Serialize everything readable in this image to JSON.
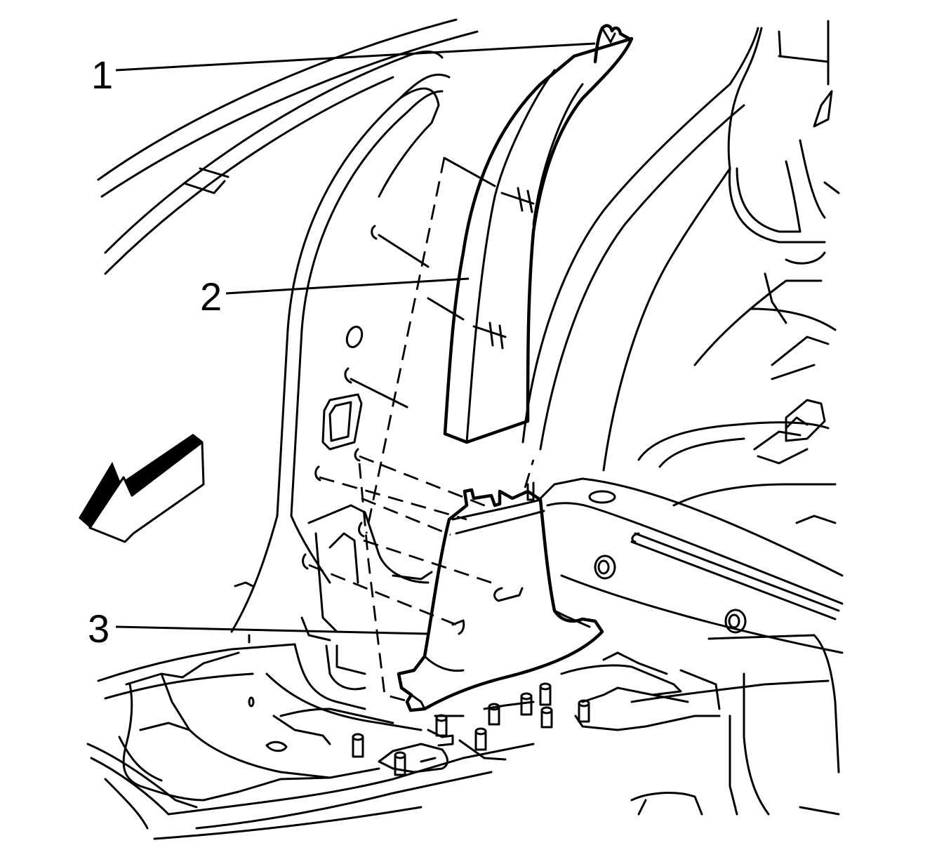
{
  "diagram": {
    "callouts": [
      {
        "id": "1",
        "label": "1"
      },
      {
        "id": "2",
        "label": "2"
      },
      {
        "id": "3",
        "label": "3"
      }
    ],
    "icons": {
      "direction_arrow": "front-of-vehicle-arrow-icon"
    },
    "colors": {
      "line": "#000000",
      "background": "#ffffff"
    }
  }
}
